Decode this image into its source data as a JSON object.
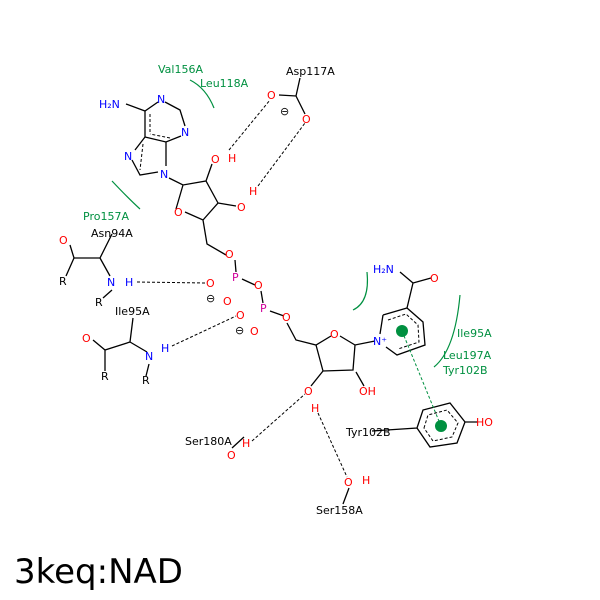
{
  "title": "3keq:NAD",
  "residues": {
    "val156a": "Val156A",
    "leu118a": "Leu118A",
    "asp117a": "Asp117A",
    "pro157a": "Pro157A",
    "asn94a": "Asn94A",
    "ile95a_left": "Ile95A",
    "ile95a_right": "Ile95A",
    "leu197a": "Leu197A",
    "tyr102b_green": "Tyr102B",
    "tyr102b": "Tyr102B",
    "ser180a": "Ser180A",
    "ser158a": "Ser158A"
  },
  "atoms": {
    "h2n": "H₂N",
    "n": "N",
    "o": "O",
    "h": "H",
    "oh": "OH",
    "ho": "HO",
    "p": "P",
    "r": "R",
    "nplus": "N⁺",
    "minus": "⊖"
  },
  "colors": {
    "hydrophobic": "#009040",
    "oxygen": "#ff0000",
    "nitrogen": "#0000ff",
    "phosphorus": "#d0009a"
  }
}
